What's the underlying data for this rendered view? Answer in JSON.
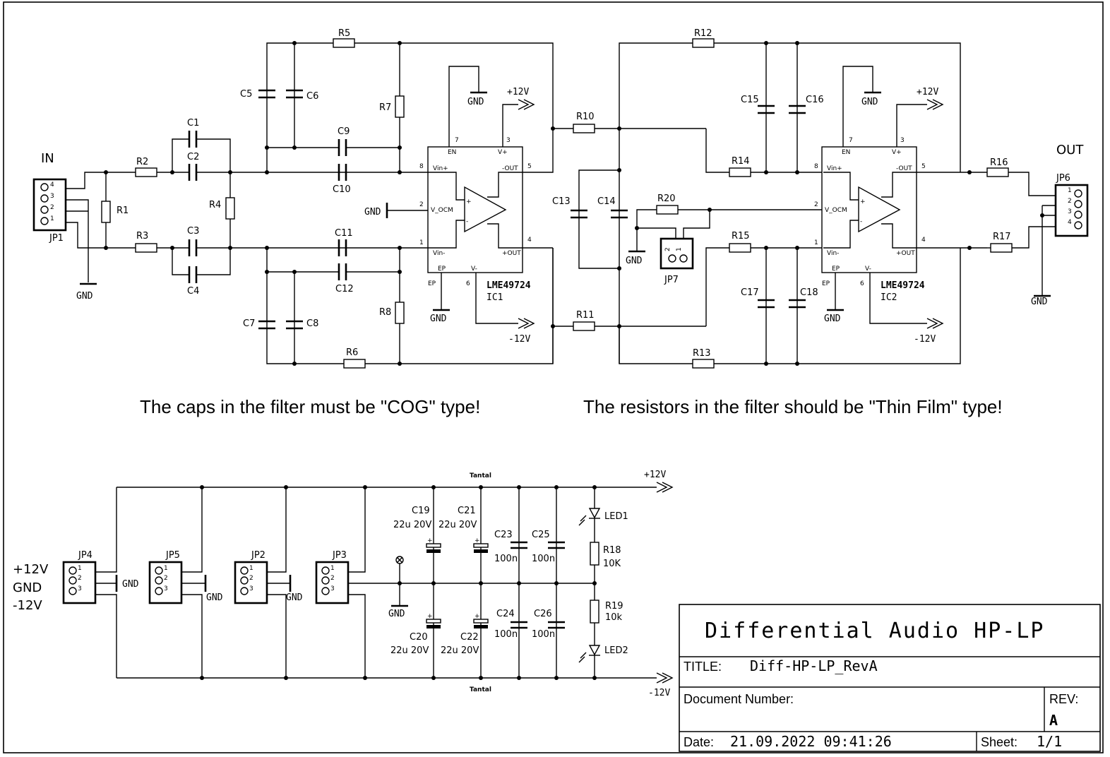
{
  "header_notes": {
    "caps_note": "The caps in the filter must be \"COG\" type!",
    "resistors_note": "The resistors in the filter should be \"Thin Film\" type!"
  },
  "connectors": {
    "in_label": "IN",
    "out_label": "OUT",
    "jp1": "JP1",
    "jp6": "JP6",
    "jp7": "JP7",
    "jp4": "JP4",
    "jp5": "JP5",
    "jp2": "JP2",
    "jp3": "JP3",
    "pins4": [
      "4",
      "3",
      "2",
      "1"
    ],
    "pins4_out": [
      "1",
      "2",
      "3",
      "4"
    ],
    "pins3": [
      "1",
      "2",
      "3"
    ],
    "jp7_pins": [
      "2",
      "1"
    ]
  },
  "resistors": {
    "r1": "R1",
    "r2": "R2",
    "r3": "R3",
    "r4": "R4",
    "r5": "R5",
    "r6": "R6",
    "r7": "R7",
    "r8": "R8",
    "r10": "R10",
    "r11": "R11",
    "r12": "R12",
    "r13": "R13",
    "r14": "R14",
    "r15": "R15",
    "r16": "R16",
    "r17": "R17",
    "r20": "R20",
    "r18": "R18",
    "r18_val": "10K",
    "r19": "R19",
    "r19_val": "10k"
  },
  "capacitors": {
    "c1": "C1",
    "c2": "C2",
    "c3": "C3",
    "c4": "C4",
    "c5": "C5",
    "c6": "C6",
    "c7": "C7",
    "c8": "C8",
    "c9": "C9",
    "c10": "C10",
    "c11": "C11",
    "c12": "C12",
    "c13": "C13",
    "c14": "C14",
    "c15": "C15",
    "c16": "C16",
    "c17": "C17",
    "c18": "C18",
    "c19": "C19",
    "c20": "C20",
    "c21": "C21",
    "c22": "C22",
    "c23": "C23",
    "c24": "C24",
    "c25": "C25",
    "c26": "C26",
    "val_22u": "22u 20V",
    "val_100n": "100n",
    "tantal": "Tantal"
  },
  "ics": {
    "part": "LME49724",
    "ic1": "IC1",
    "ic2": "IC2",
    "pin_en": "EN",
    "pin_vp": "V+",
    "pin_vinp": "Vin+",
    "pin_vinm": "Vin-",
    "pin_vocm": "V_OCM",
    "pin_outm": "-OUT",
    "pin_outp": "+OUT",
    "pin_ep": "EP",
    "pin_vm": "V-",
    "n1": "1",
    "n2": "2",
    "n3": "3",
    "n4": "4",
    "n5": "5",
    "n6": "6",
    "n7": "7",
    "n8": "8",
    "plus": "+",
    "minus": "-"
  },
  "power": {
    "p12": "+12V",
    "m12": "-12V",
    "gnd": "GND",
    "supply_in": [
      "+12V",
      "GND",
      "-12V"
    ]
  },
  "leds": {
    "led1": "LED1",
    "led2": "LED2"
  },
  "title_block": {
    "project": "Differential Audio HP-LP",
    "title_label": "TITLE:",
    "title_value": "Diff-HP-LP_RevA",
    "docnum_label": "Document Number:",
    "rev_label": "REV:",
    "rev_value": "A",
    "date_label": "Date:",
    "date_value": "21.09.2022 09:41:26",
    "sheet_label": "Sheet:",
    "sheet_value": "1/1"
  }
}
